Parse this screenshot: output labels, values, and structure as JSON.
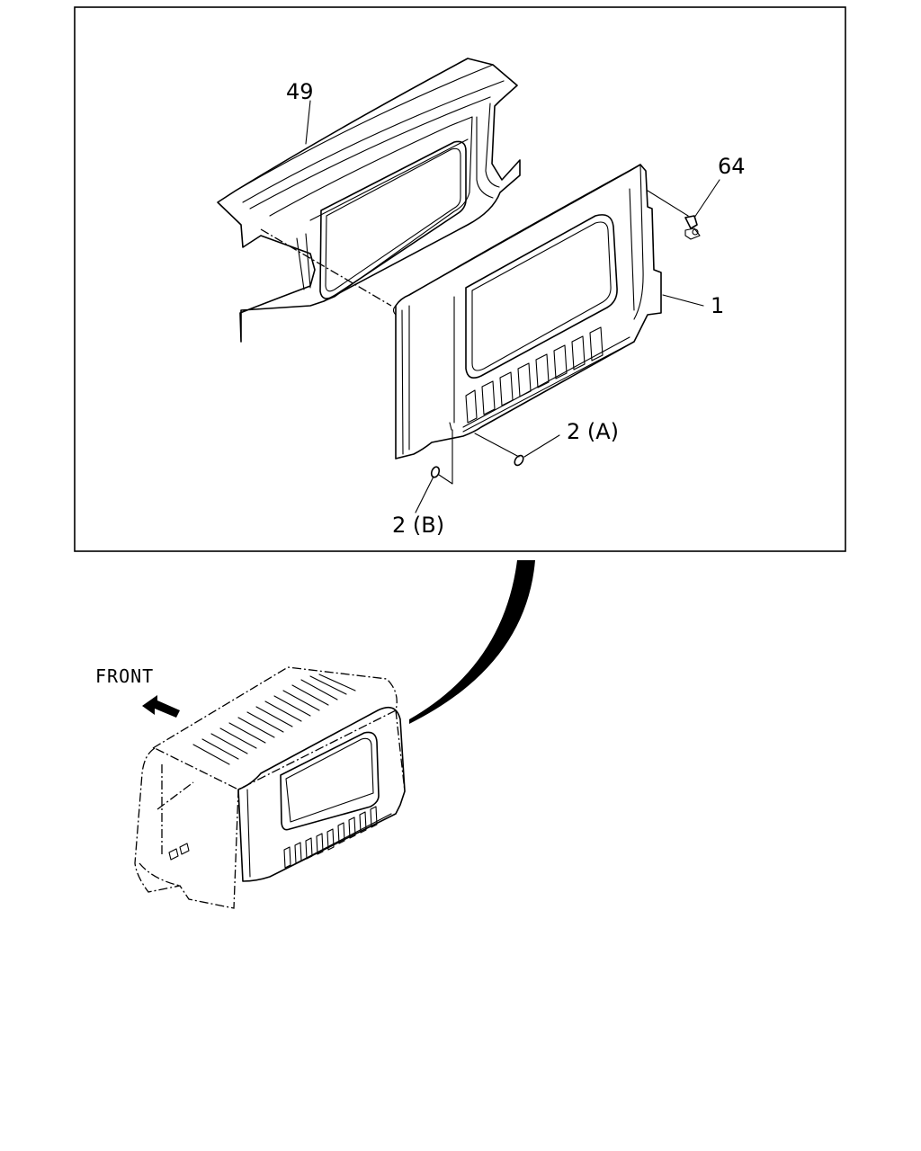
{
  "labels": {
    "part_49": "49",
    "part_64": "64",
    "part_1": "1",
    "part_2a": "2 (A)",
    "part_2b": "2 (B)",
    "front": "FRONT"
  }
}
